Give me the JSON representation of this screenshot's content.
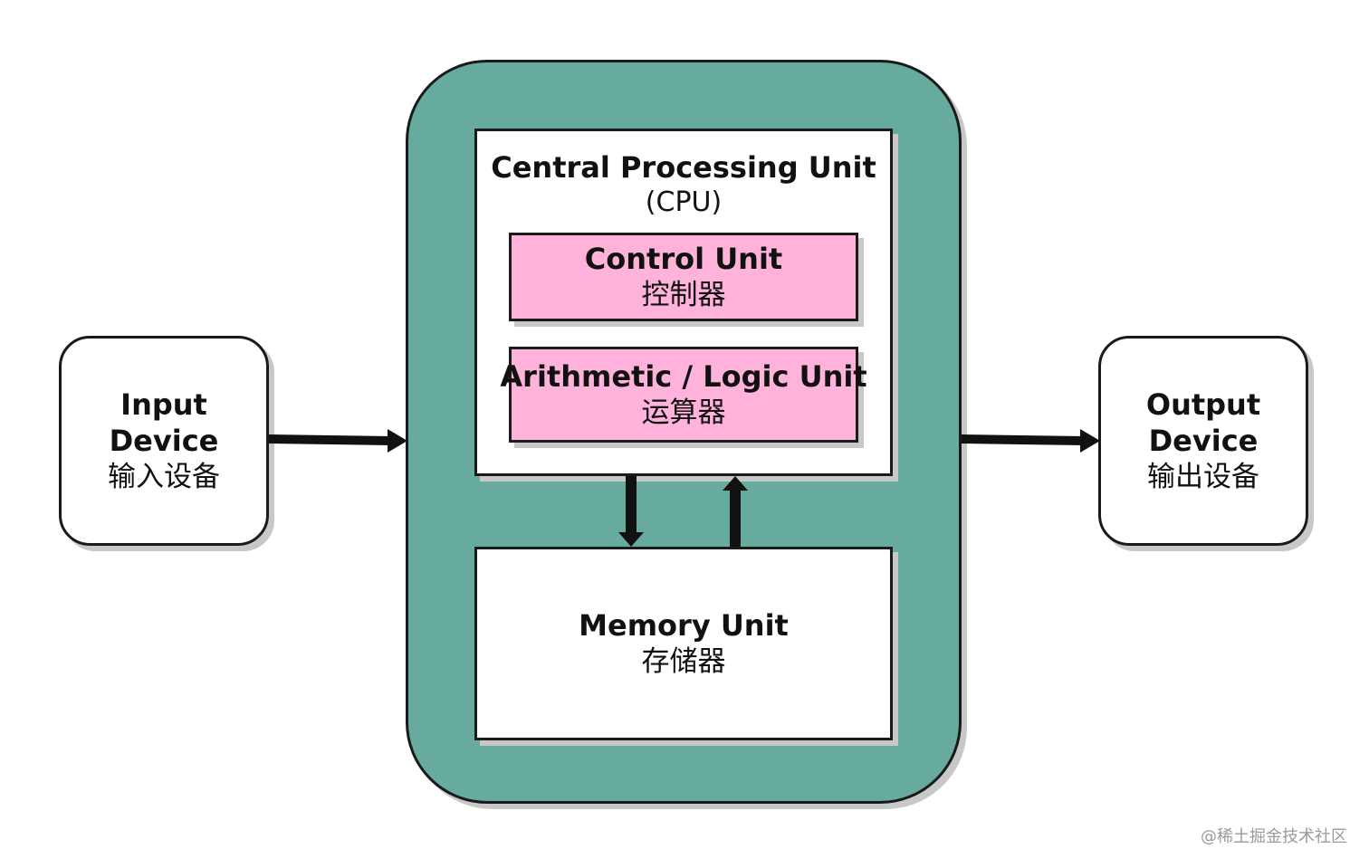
{
  "diagram": {
    "colors": {
      "outer_fill": "#67ab9f",
      "unit_fill": "#ffb3da",
      "box_fill": "#ffffff",
      "stroke": "#1a1a1a"
    },
    "input": {
      "title_line1": "Input",
      "title_line2": "Device",
      "zh": "输入设备"
    },
    "output": {
      "title_line1": "Output",
      "title_line2": "Device",
      "zh": "输出设备"
    },
    "cpu": {
      "title": "Central Processing Unit",
      "abbr": "(CPU)"
    },
    "control_unit": {
      "title": "Control Unit",
      "zh": "控制器"
    },
    "alu": {
      "title": "Arithmetic / Logic Unit",
      "zh": "运算器"
    },
    "memory": {
      "title": "Memory Unit",
      "zh": "存储器"
    },
    "edges": [
      {
        "from": "input",
        "to": "computer"
      },
      {
        "from": "computer",
        "to": "output"
      },
      {
        "from": "cpu",
        "to": "memory"
      },
      {
        "from": "memory",
        "to": "cpu"
      }
    ]
  },
  "watermark": "@稀土掘金技术社区"
}
